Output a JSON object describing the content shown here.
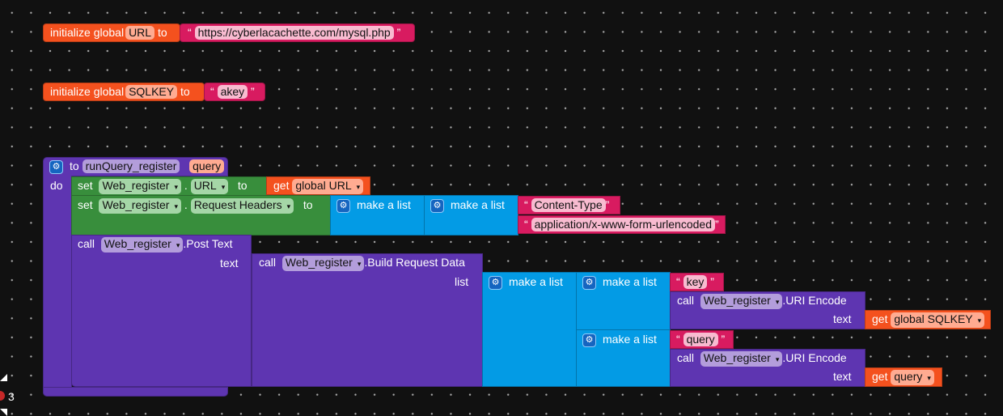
{
  "globals": [
    {
      "prefix": "initialize global",
      "name": "URL",
      "to": "to",
      "value": "https://cyberlacachette.com/mysql.php"
    },
    {
      "prefix": "initialize global",
      "name": "SQLKEY",
      "to": "to",
      "value": "akey"
    }
  ],
  "procedure": {
    "to": "to",
    "name": "runQuery_register",
    "param": "query",
    "do": "do"
  },
  "set_url": {
    "set": "set",
    "component": "Web_register",
    "dot": ".",
    "property": "URL",
    "to": "to",
    "get": "get",
    "var": "global URL"
  },
  "set_headers": {
    "set": "set",
    "component": "Web_register",
    "dot": ".",
    "property": "Request Headers",
    "to": "to",
    "make_list": "make a list",
    "make_list2": "make a list",
    "item1": "Content-Type",
    "item2": "application/x-www-form-urlencoded"
  },
  "post": {
    "call": "call",
    "component": "Web_register",
    "method": ".Post Text",
    "text_label": "text"
  },
  "build": {
    "call": "call",
    "component": "Web_register",
    "method": ".Build Request Data",
    "list_label": "list",
    "make_list": "make a list"
  },
  "pair1": {
    "make_list": "make a list",
    "key": "key",
    "call": "call",
    "component": "Web_register",
    "method": ".URI Encode",
    "text_label": "text",
    "get": "get",
    "var": "global SQLKEY"
  },
  "pair2": {
    "make_list": "make a list",
    "key": "query",
    "call": "call",
    "component": "Web_register",
    "method": ".URI Encode",
    "text_label": "text",
    "get": "get",
    "var": "query"
  },
  "warnings": {
    "count": "3"
  },
  "quote_open": "“",
  "quote_close": "”",
  "dropdown": "▾",
  "gear": "⚙"
}
